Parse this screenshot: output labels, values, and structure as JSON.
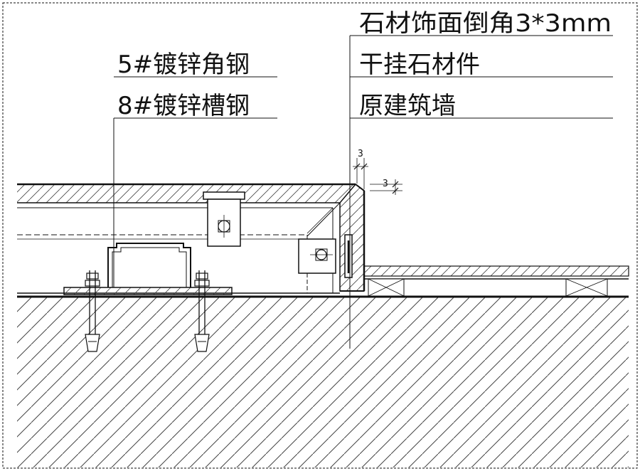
{
  "labels": {
    "angle_steel": "5#镀锌角钢",
    "channel_steel": "8#镀锌槽钢",
    "stone_chamfer": "石材饰面倒角3*3mm",
    "dry_hang_part": "干挂石材件",
    "original_wall": "原建筑墙",
    "dim_3_top": "3",
    "dim_3_side": "3"
  },
  "colors": {
    "line": "#111111",
    "hatch": "#444444",
    "background": "#ffffff"
  }
}
